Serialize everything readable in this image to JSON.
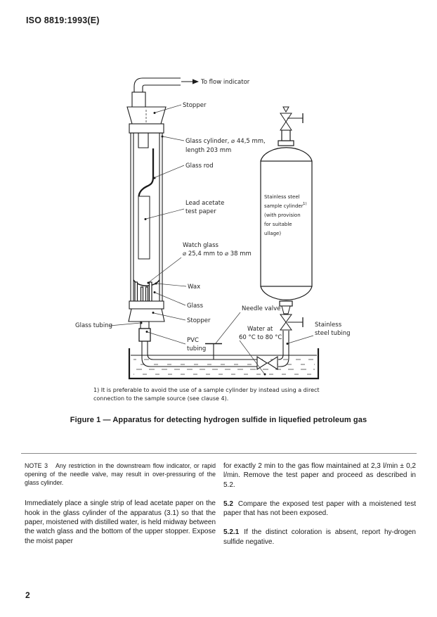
{
  "page": {
    "header": "ISO 8819:1993(E)",
    "page_number": "2",
    "figure_caption": "Figure 1 — Apparatus for detecting hydrogen sulfide in liquefied petroleum gas",
    "footnote_marker": "1)",
    "footnote_text": "It is preferable to avoid the use of a sample cylinder by instead using a direct connection to the sample source (see clause 4)."
  },
  "diagram": {
    "labels": {
      "flow_indicator": "To flow indicator",
      "stopper_top": "Stopper",
      "glass_cylinder_1": "Glass cylinder, ⌀ 44,5 mm,",
      "glass_cylinder_2": "length 203 mm",
      "glass_rod": "Glass rod",
      "lead_acetate_1": "Lead acetate",
      "lead_acetate_2": "test paper",
      "watch_glass_1": "Watch glass",
      "watch_glass_2": "⌀ 25,4 mm to ⌀ 38 mm",
      "wax": "Wax",
      "glass": "Glass",
      "stopper_bottom": "Stopper",
      "glass_tubing": "Glass tubing",
      "pvc_1": "PVC",
      "pvc_2": "tubing",
      "needle_valve": "Needle valve",
      "water_1": "Water at",
      "water_2": "60 °C to 80 °C",
      "stainless_1": "Stainless",
      "stainless_2": "steel tubing",
      "cylinder_label": [
        "Stainless steel",
        "sample cylinder",
        "(with provision",
        "for suitable",
        "ullage)"
      ],
      "cylinder_label_sup": "1)"
    }
  },
  "body": {
    "note3_label": "NOTE 3",
    "note3_text": "Any restriction in the downstream flow indicator, or rapid opening of the needle valve, may result in over-pressuring of the glass cylinder.",
    "left_paragraph": "Immediately place a single strip of lead acetate paper on the hook in the glass cylinder of the apparatus (3.1) so that the paper, moistened with distilled water, is held midway between the watch glass and the bottom of the upper stopper. Expose the moist paper",
    "right_paragraph": "for exactly 2 min to the gas flow maintained at 2,3 l/min ± 0,2 l/min. Remove the test paper and proceed as described in 5.2.",
    "s52_label": "5.2",
    "s52_text": "Compare the exposed test paper with a moistened test paper that has not been exposed.",
    "s521_label": "5.2.1",
    "s521_text": "If the distinct coloration is absent, report hy-drogen sulfide negative."
  }
}
